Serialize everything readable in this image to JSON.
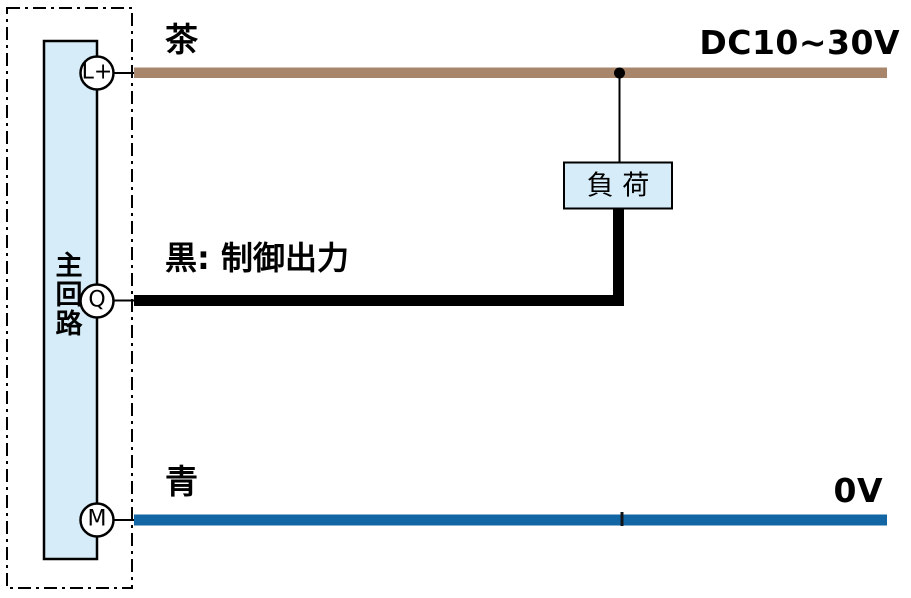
{
  "colors": {
    "brown_wire": "#a8866c",
    "blue_wire": "#1366a4",
    "black_wire": "#000000",
    "box_fill": "#d6ecf8",
    "outline": "#000000"
  },
  "main_circuit": {
    "label": "主回路"
  },
  "terminals": {
    "lplus": "L+",
    "q": "Q",
    "m": "M"
  },
  "load_box": {
    "label": "負 荷"
  },
  "labels": {
    "brown_wire_color": "茶",
    "brown_wire_voltage": "DC10~30V",
    "black_wire_function": "黒: 制御出力",
    "blue_wire_color": "青",
    "blue_wire_voltage": "0V"
  }
}
